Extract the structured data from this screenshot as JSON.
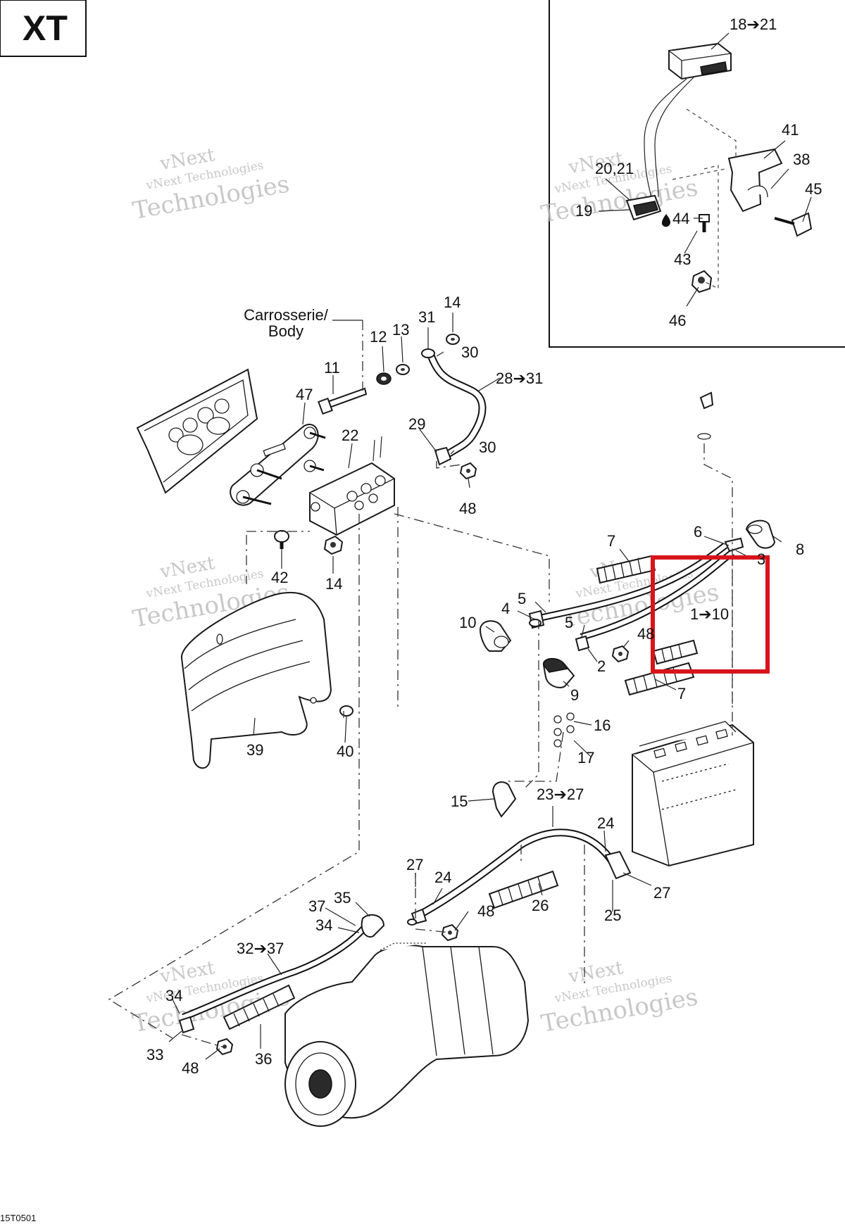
{
  "badge": {
    "text": "XT"
  },
  "drawing_code": "15T0501",
  "watermark": {
    "line1": "vNext",
    "line2": "vNext Technologies",
    "line3": "Technologies"
  },
  "body_label": {
    "line1": "Carrosserie/",
    "line2": "Body"
  },
  "highlight_color": "#d8141b",
  "callouts": {
    "c18_21": "18➔21",
    "c41": "41",
    "c20_21": "20,21",
    "c38": "38",
    "c45": "45",
    "c19": "19",
    "c44": "44",
    "c43": "43",
    "c46": "46",
    "c14a": "14",
    "c31": "31",
    "c12": "12",
    "c13": "13",
    "c30a": "30",
    "c11": "11",
    "c28_31": "28➔31",
    "c47": "47",
    "c22": "22",
    "c29": "29",
    "c30b": "30",
    "c48a": "48",
    "c42": "42",
    "c14b": "14",
    "c7a": "7",
    "c6": "6",
    "c8": "8",
    "c3": "3",
    "c1_10": "1➔10",
    "c5a": "5",
    "c4": "4",
    "c10": "10",
    "c5b": "5",
    "c48b": "48",
    "c2": "2",
    "c9": "9",
    "c7b": "7",
    "c39": "39",
    "c40": "40",
    "c16": "16",
    "c17": "17",
    "c15": "15",
    "c23_27": "23➔27",
    "c24a": "24",
    "c27a": "27",
    "c24b": "24",
    "c48c": "48",
    "c26": "26",
    "c27b": "27",
    "c25": "25",
    "c37": "37",
    "c35": "35",
    "c34a": "34",
    "c32_37": "32➔37",
    "c34b": "34",
    "c33": "33",
    "c48d": "48",
    "c36": "36"
  }
}
